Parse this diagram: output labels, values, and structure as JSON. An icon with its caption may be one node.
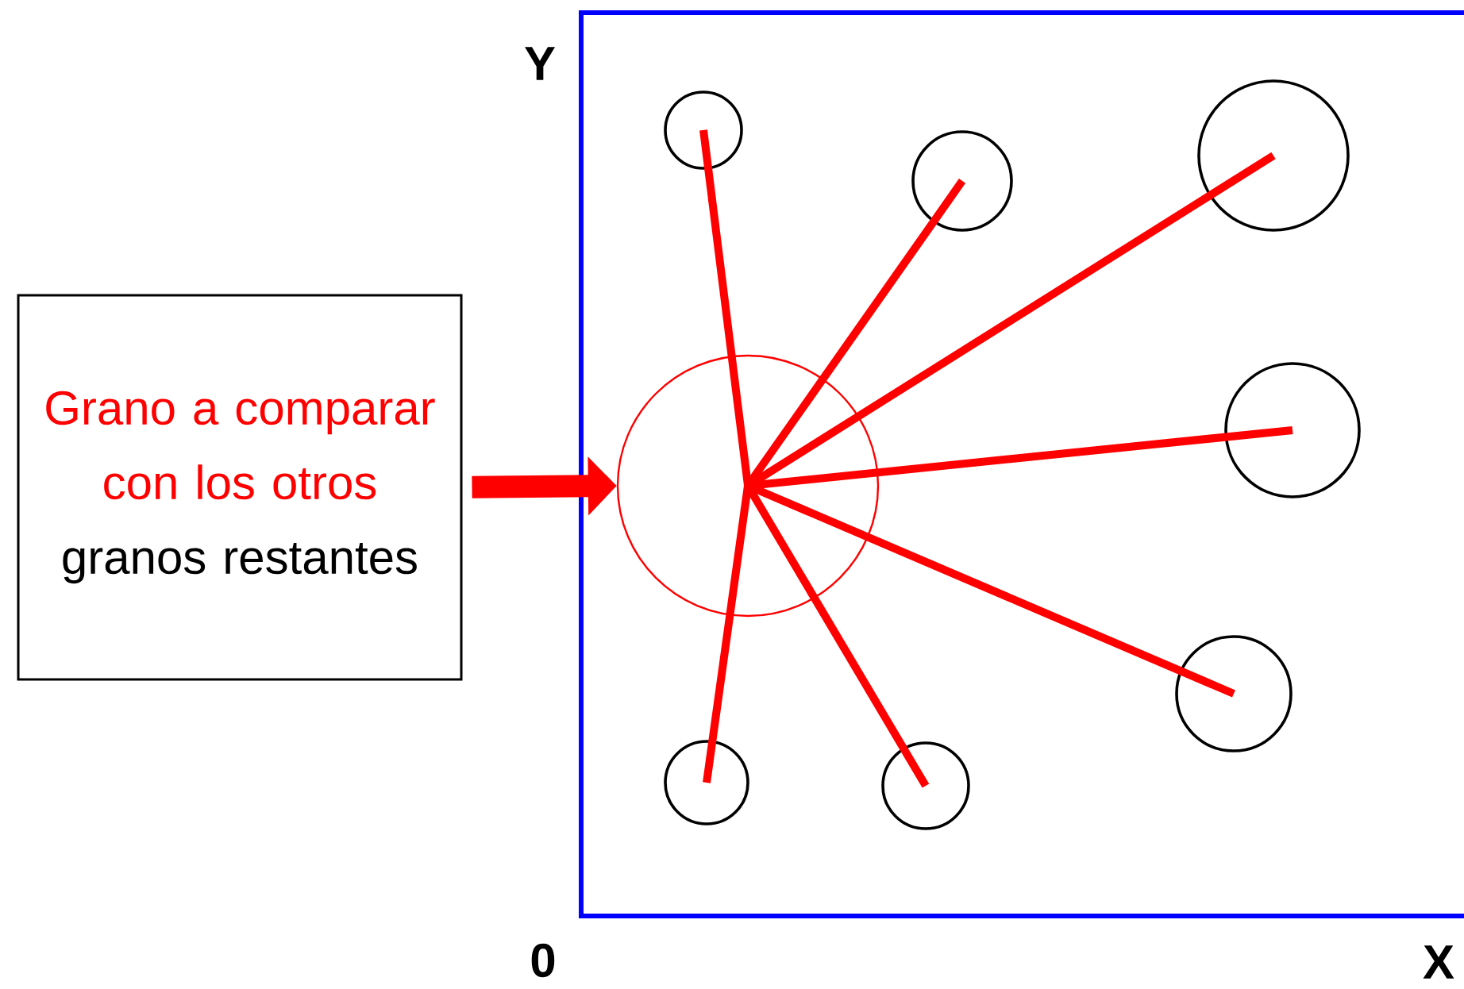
{
  "diagram": {
    "nodes": [
      {
        "text": [
          "Grano a comparar con los otros",
          "granos restantes"
        ]
      },
      {
        "text": [],
        "shape": "circle"
      },
      {
        "text": [],
        "shape": "circle"
      },
      {
        "text": [],
        "shape": "circle"
      },
      {
        "text": [],
        "shape": "circle"
      },
      {
        "text": [],
        "shape": "circle"
      },
      {
        "text": [],
        "shape": "circle"
      },
      {
        "text": [],
        "shape": "circle"
      },
      {
        "text": [],
        "shape": "circle"
      }
    ],
    "edges": [
      {
        "from": 0,
        "to": 1,
        "arrow": "to",
        "style": "thick"
      },
      {
        "from": 1,
        "to": 2,
        "arrow": "none"
      },
      {
        "from": 1,
        "to": 3,
        "arrow": "none"
      },
      {
        "from": 1,
        "to": 4,
        "arrow": "none"
      },
      {
        "from": 1,
        "to": 5,
        "arrow": "none"
      },
      {
        "from": 1,
        "to": 6,
        "arrow": "none"
      },
      {
        "from": 1,
        "to": 7,
        "arrow": "none"
      },
      {
        "from": 1,
        "to": 8,
        "arrow": "none"
      }
    ],
    "labels": [
      "Y",
      "0",
      "X"
    ]
  }
}
